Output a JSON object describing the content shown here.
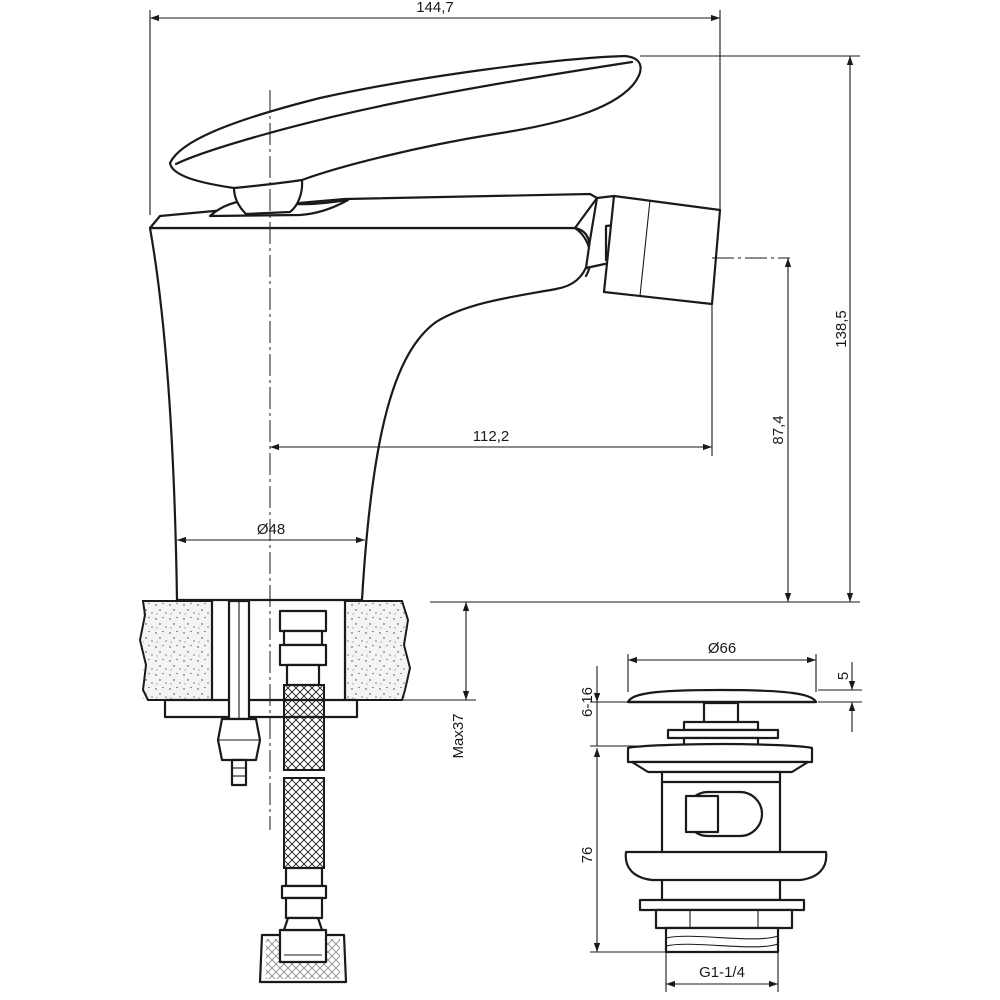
{
  "dimensions": {
    "overall_width": "144,7",
    "overall_height": "138,5",
    "spout_reach": "112,2",
    "spout_height": "87,4",
    "base_diameter": "Ø48",
    "max_counter_thickness": "Max37",
    "drain_cap_diameter": "Ø66",
    "drain_cap_thickness": "5",
    "drain_adjust_range": "6-16",
    "drain_body_length": "76",
    "drain_thread": "G1-1/4"
  },
  "colors": {
    "line": "#1a1a1a",
    "background": "#ffffff"
  }
}
